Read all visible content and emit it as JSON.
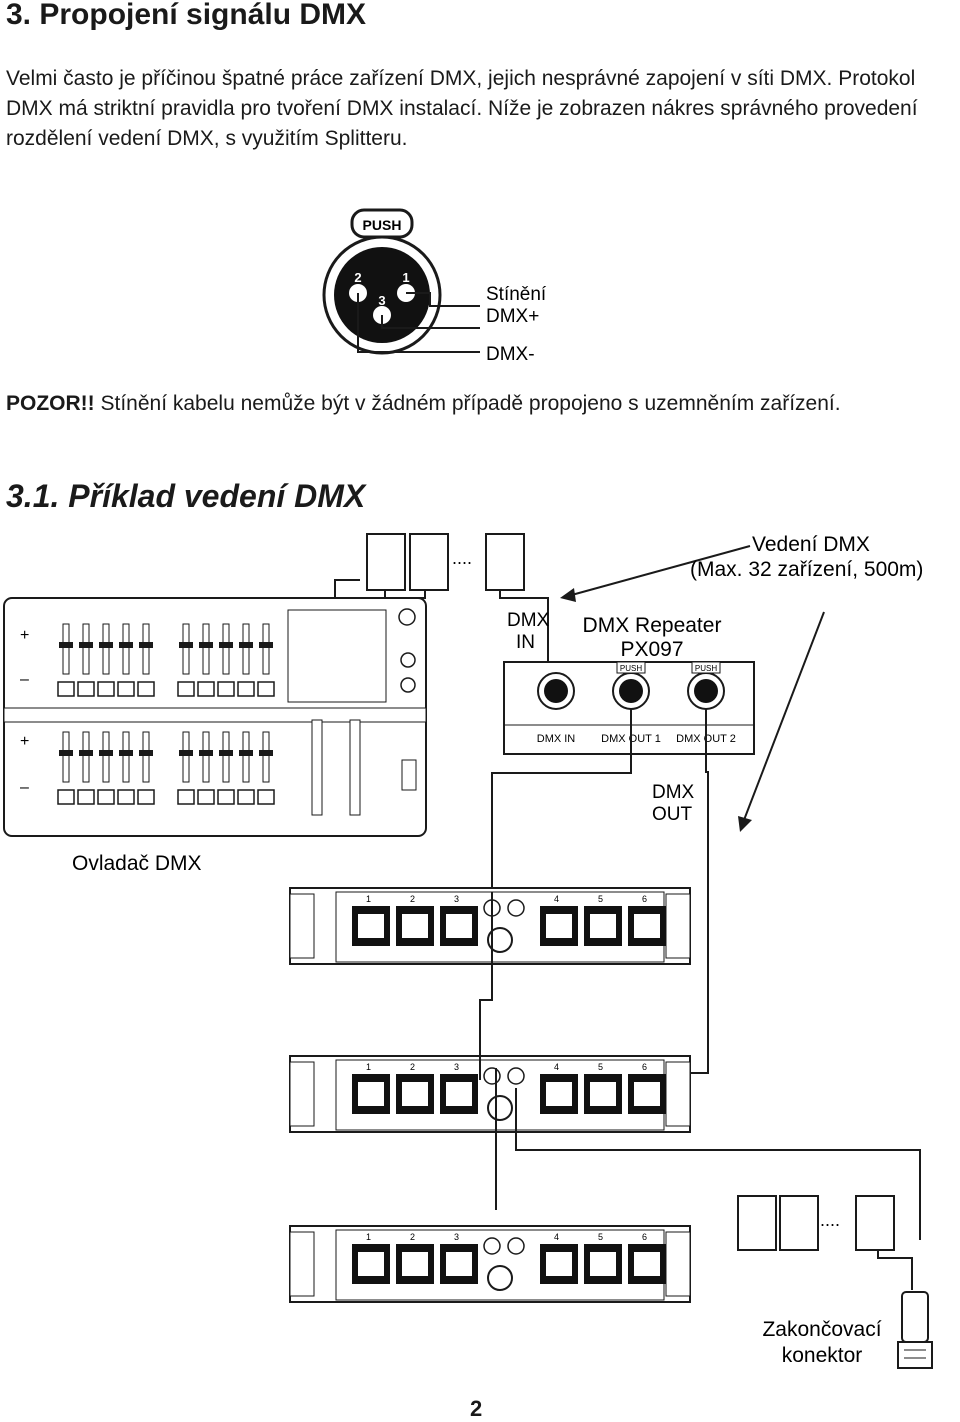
{
  "section": {
    "title": "3. Propojení signálu DMX",
    "intro": "Velmi často je příčinou špatné práce zařízení DMX, jejich nesprávné zapojení v síti DMX. Protokol DMX má striktní pravidla pro tvoření DMX instalací. Níže je zobrazen nákres správného provedení rozdělení  vedení DMX, s využitím Splitteru."
  },
  "connector": {
    "push_label": "PUSH",
    "pin1": "1",
    "pin2": "2",
    "pin3": "3",
    "label_shield": "Stínění",
    "label_plus": "DMX+",
    "label_minus": "DMX-"
  },
  "warning": {
    "bold": "POZOR!!",
    "text": " Stínění kabelu nemůže být v žádném případě propojeno s uzemněním zařízení."
  },
  "example": {
    "title": "3.1. Příklad vedení DMX",
    "dmx_line_label_1": "Vedení DMX",
    "dmx_line_label_2": "(Max. 32 zařízení, 500m)",
    "dmx_in_1": "DMX",
    "dmx_in_2": "IN",
    "repeater_1": "DMX Repeater",
    "repeater_2": "PX097",
    "push": "PUSH",
    "port_in": "DMX IN",
    "port_out1": "DMX OUT 1",
    "port_out2": "DMX OUT 2",
    "dmx_out_1": "DMX",
    "dmx_out_2": "OUT",
    "controller_label": "Ovladač DMX",
    "terminator_1": "Zakončovací",
    "terminator_2": "konektor",
    "dots": "....",
    "plus": "+",
    "minus": "–",
    "channel_numbers": [
      "1",
      "2",
      "3",
      "4",
      "5",
      "6"
    ]
  },
  "page_number": "2"
}
